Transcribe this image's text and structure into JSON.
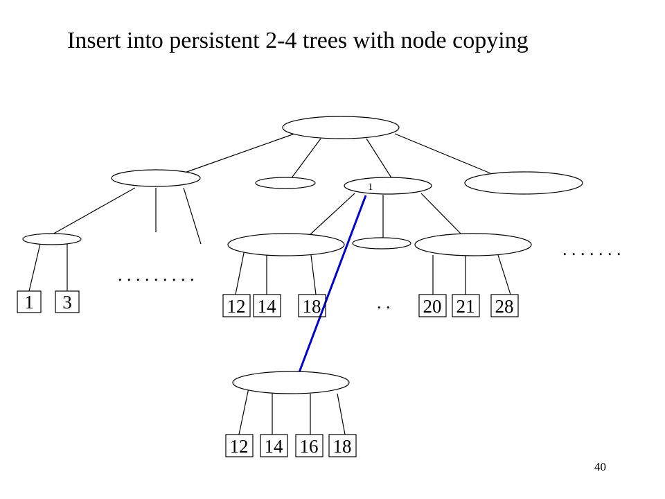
{
  "slide": {
    "title": "Insert into persistent 2-4 trees with node copying",
    "number": "40"
  },
  "diagram": {
    "copied_node_label": "1",
    "leaf_group_left": [
      "1",
      "3"
    ],
    "leaf_group_middle": [
      "12",
      "14",
      "18"
    ],
    "leaf_group_right": [
      "20",
      "21",
      "28"
    ],
    "leaf_group_new": [
      "12",
      "14",
      "16",
      "18"
    ],
    "ellipsis_left": ". . . . . . . . .",
    "ellipsis_middle": ". .",
    "ellipsis_right": ". . . . . . .",
    "highlight_color": "#0000cc",
    "line_color": "#000000"
  }
}
